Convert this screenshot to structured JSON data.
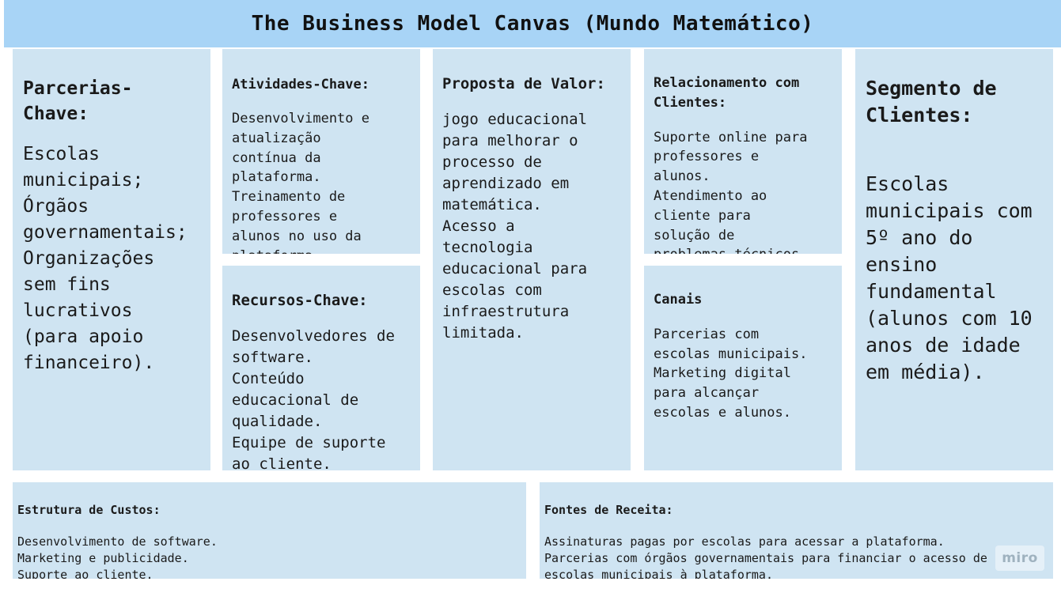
{
  "canvas": {
    "title": "The Business Model Canvas (Mundo Matemático)"
  },
  "blocks": {
    "key_partners": {
      "title": "Parcerias-\nChave:",
      "body": "Escolas\nmunicipais;\nÓrgãos\ngovernamentais;\nOrganizações\nsem fins\nlucrativos\n(para apoio\nfinanceiro)."
    },
    "key_activities": {
      "title": "Atividades-Chave:",
      "body": "Desenvolvimento e\natualização\ncontínua da\nplataforma.\nTreinamento de\nprofessores e\nalunos no uso da\nplataforma."
    },
    "key_resources": {
      "title": "Recursos-Chave:",
      "body": "Desenvolvedores de\nsoftware.\nConteúdo\neducacional de\nqualidade.\nEquipe de suporte\nao cliente."
    },
    "value_proposition": {
      "title": "Proposta de Valor:",
      "body": "jogo educacional\npara melhorar o\nprocesso de\naprendizado em\nmatemática.\nAcesso a\ntecnologia\neducacional para\nescolas com\ninfraestrutura\nlimitada."
    },
    "customer_relationships": {
      "title": "Relacionamento com\nClientes:",
      "body": "Suporte online para\nprofessores e\nalunos.\nAtendimento ao\ncliente para\nsolução de\nproblemas técnicos"
    },
    "channels": {
      "title": "Canais",
      "body": "Parcerias com\nescolas municipais.\nMarketing digital\npara alcançar\nescolas e alunos."
    },
    "customer_segments": {
      "title": "Segmento de\nClientes:",
      "body": "Escolas\nmunicipais com\n5º ano do\nensino\nfundamental\n(alunos com 10\nanos de idade\nem média)."
    },
    "cost_structure": {
      "title": "Estrutura de Custos:",
      "body": "Desenvolvimento de software.\nMarketing e publicidade.\nSuporte ao cliente.\nTreinamento."
    },
    "revenue_streams": {
      "title": "Fontes de Receita:",
      "body": "Assinaturas pagas por escolas para acessar a plataforma.\nParcerias com órgãos governamentais para financiar o acesso de\nescolas municipais à plataforma."
    }
  },
  "branding": {
    "logo_text": "miro"
  }
}
